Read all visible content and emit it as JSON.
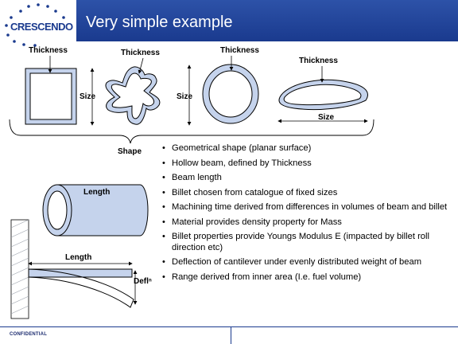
{
  "header": {
    "logo_text": "CRESCENDO",
    "title": "Very simple example"
  },
  "diagram": {
    "thickness_label": "Thickness",
    "size_label": "Size",
    "shape_label": "Shape",
    "length_label": "Length",
    "deflection_label": "Deflⁿ"
  },
  "bullets": [
    "Geometrical shape (planar surface)",
    "Hollow beam, defined by Thickness",
    "Beam length",
    "Billet chosen from catalogue of fixed sizes",
    "Machining time derived from differences in volumes of beam and billet",
    "Material provides density property for Mass",
    "Billet properties provide Youngs Modulus E (impacted by billet roll direction etc)",
    "Deflection of cantilever under evenly distributed weight of beam",
    "Range derived from inner area (I.e. fuel volume)"
  ],
  "footer": {
    "confidential": "CONFIDENTIAL"
  },
  "colors": {
    "header_blue": "#1a3a8e",
    "shape_fill": "#c5d3ec",
    "logo_red": "#c8102e"
  }
}
